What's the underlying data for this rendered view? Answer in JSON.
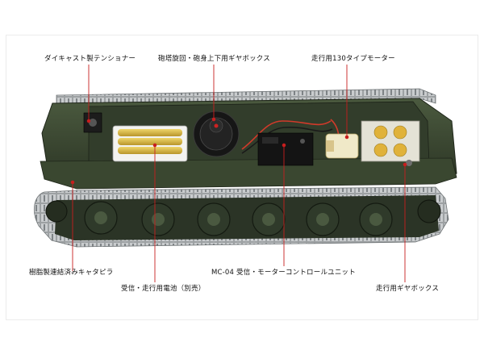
{
  "labels": {
    "tensioner": "ダイキャスト製テンショナー",
    "turret_gearbox": "砲塔旋回・砲身上下用ギヤボックス",
    "motor": "走行用130タイプモーター",
    "track": "樹脂製連結済みキャタピラ",
    "battery": "受信・走行用電池（別売）",
    "control_unit": "MC-04 受信・モーターコントロールユニット",
    "drive_gearbox": "走行用ギヤボックス"
  },
  "colors": {
    "hull": "#3d4a33",
    "hull_dark": "#27301f",
    "track_silver": "#b9bcbe",
    "wheel": "#2f3a2a",
    "battery_gold": "#d7b93a",
    "leader_line": "#c81e1e",
    "gear_yellow": "#e0b23a"
  }
}
